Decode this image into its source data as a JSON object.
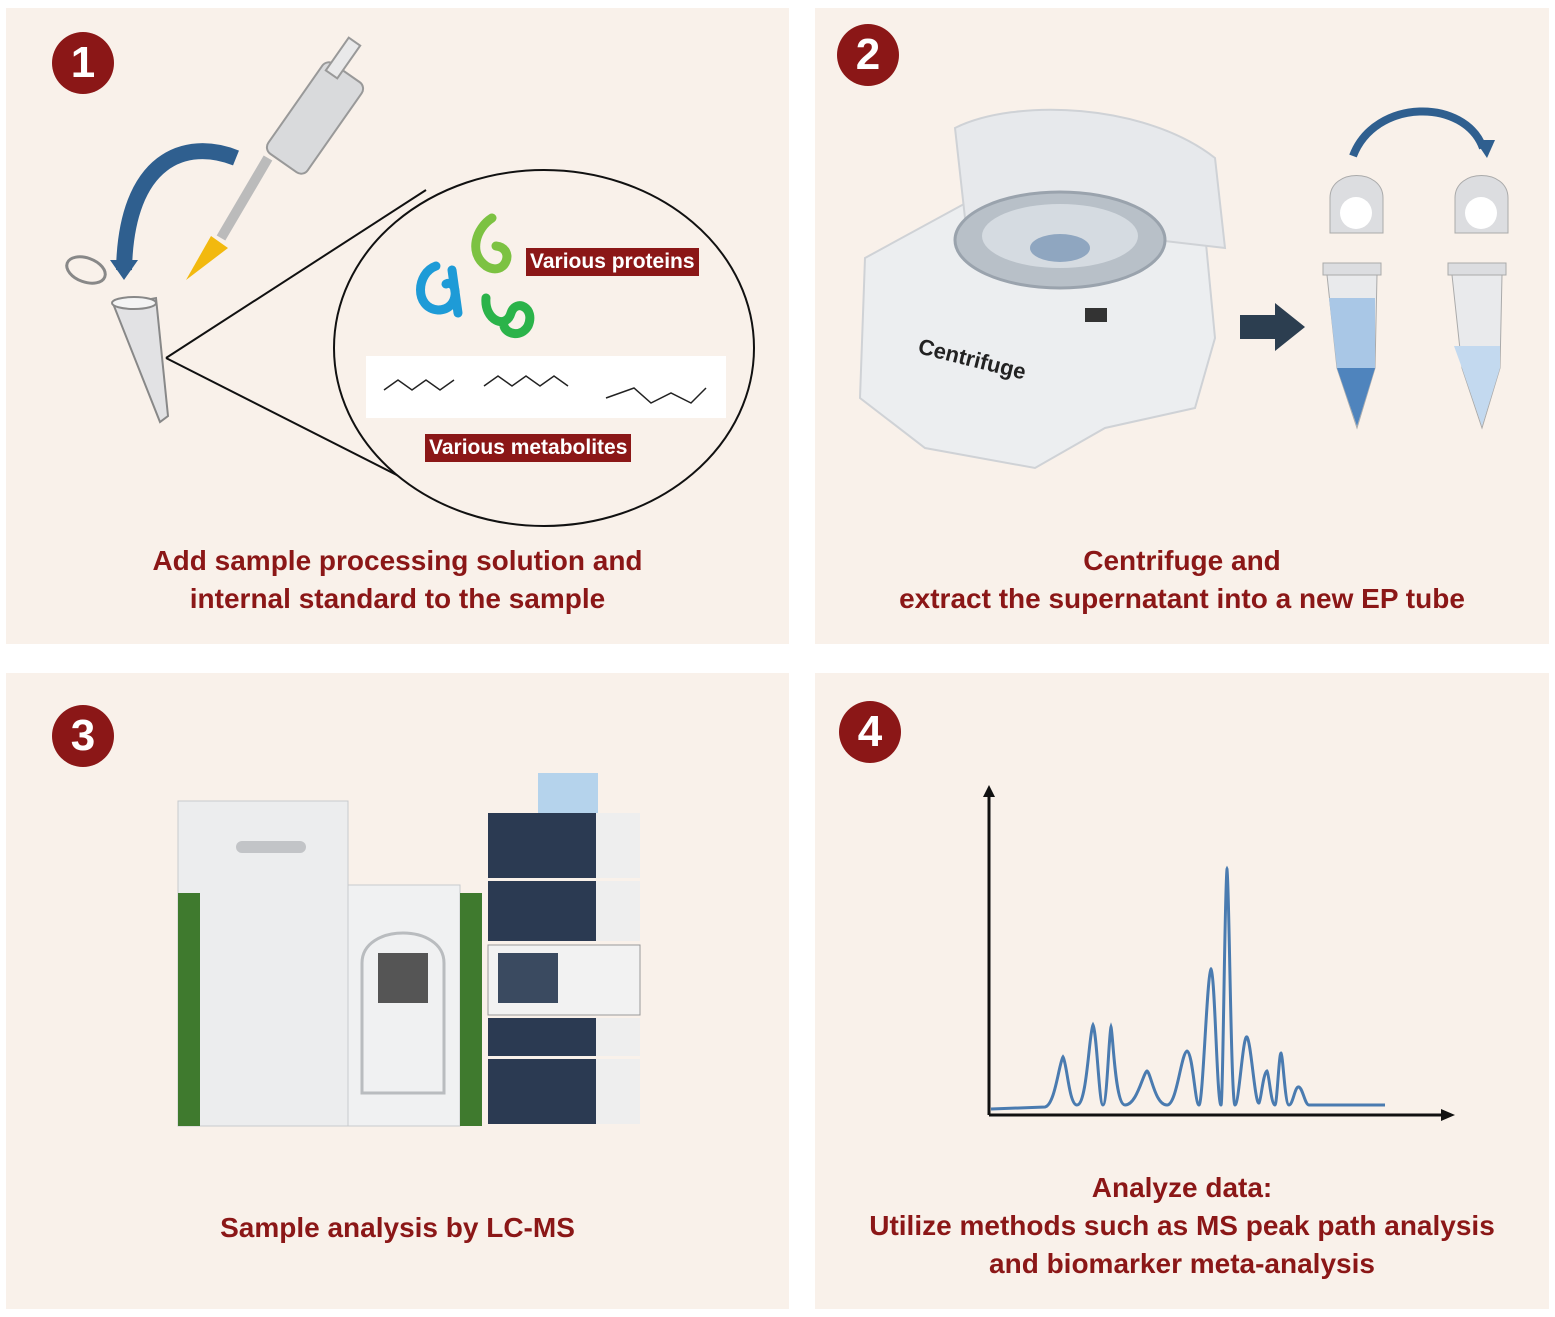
{
  "panels": [
    {
      "number": "1",
      "caption_lines": [
        "Add sample processing solution and",
        "internal standard to the sample"
      ],
      "labels": {
        "proteins": "Various proteins",
        "metabolites": "Various metabolites"
      }
    },
    {
      "number": "2",
      "caption_lines": [
        "Centrifuge and",
        "extract the supernatant into a new EP tube"
      ],
      "labels": {
        "centrifuge": "Centrifuge"
      }
    },
    {
      "number": "3",
      "caption_lines": [
        "Sample analysis by LC-MS"
      ]
    },
    {
      "number": "4",
      "caption_lines": [
        "Analyze data:",
        "Utilize methods such as MS peak path analysis",
        "and biomarker meta-analysis"
      ]
    }
  ],
  "colors": {
    "accent": "#8b1717",
    "panel_bg": "#f9f1ea",
    "curve": "#4a7bb0",
    "arrow_blue": "#2f5f8f"
  }
}
